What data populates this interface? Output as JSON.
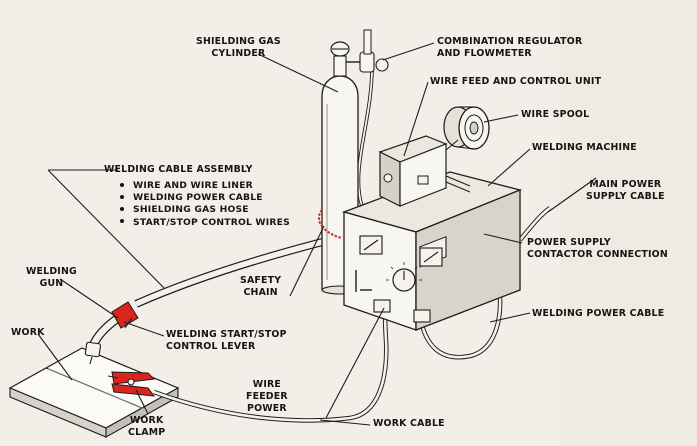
{
  "labels": {
    "shielding_gas_cylinder": "SHIELDING GAS\nCYLINDER",
    "combination_regulator": "COMBINATION REGULATOR\nAND FLOWMETER",
    "wire_feed_control_unit": "WIRE FEED AND CONTROL UNIT",
    "wire_spool": "WIRE SPOOL",
    "welding_machine": "WELDING MACHINE",
    "main_power_supply_cable": "MAIN POWER\nSUPPLY CABLE",
    "welding_cable_assembly": "WELDING CABLE ASSEMBLY",
    "power_supply_contactor_connection": "POWER SUPPLY\nCONTACTOR CONNECTION",
    "welding_gun": "WELDING\nGUN",
    "safety_chain": "SAFETY\nCHAIN",
    "welding_power_cable": "WELDING POWER CABLE",
    "work": "WORK",
    "welding_start_stop_lever": "WELDING START/STOP\nCONTROL LEVER",
    "wire_feeder_power": "WIRE\nFEEDER\nPOWER",
    "work_cable": "WORK CABLE",
    "work_clamp": "WORK\nCLAMP"
  },
  "cable_assembly_items": [
    "WIRE AND WIRE LINER",
    "WELDING POWER CABLE",
    "SHIELDING GAS HOSE",
    "START/STOP CONTROL WIRES"
  ],
  "colors": {
    "paper": "#f3efe8",
    "ink": "#1d1d1d",
    "gun_handle": "#d9251c",
    "safety_chain": "#d9251c"
  }
}
